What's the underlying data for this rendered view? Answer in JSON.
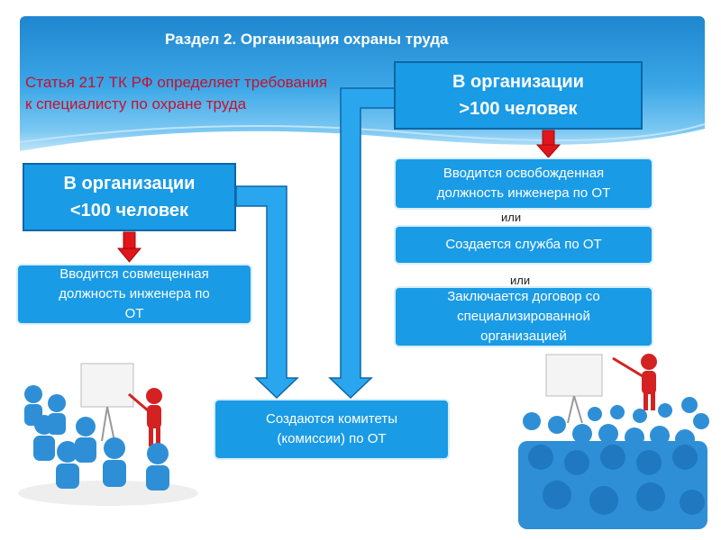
{
  "header": {
    "title": "Раздел 2. Организация охраны труда",
    "subtitle_line1": "Статья 217 ТК РФ определяет требования",
    "subtitle_line2": "к специалисту по охране труда"
  },
  "left": {
    "box_line1": "В организации",
    "box_line2": "<100 человек",
    "result_line1": "Вводится совмещенная",
    "result_line2": "должность инженера по",
    "result_line3": "ОТ"
  },
  "right": {
    "box_line1": "В организации",
    "box_line2": ">100 человек",
    "option1_line1": "Вводится освобожденная",
    "option1_line2": "должность инженера по ОТ",
    "or1": "или",
    "option2": "Создается служба по ОТ",
    "or2": "или",
    "option3_line1": "Заключается договор со",
    "option3_line2": "специализированной",
    "option3_line3": "организацией"
  },
  "bottom": {
    "line1": "Создаются комитеты",
    "line2": "(комиссии) по ОТ"
  },
  "colors": {
    "header_blue": "#1f86cf",
    "box_blue": "#1a9be6",
    "subtitle_red": "#c8102e",
    "arrow_red": "#e0161b"
  }
}
